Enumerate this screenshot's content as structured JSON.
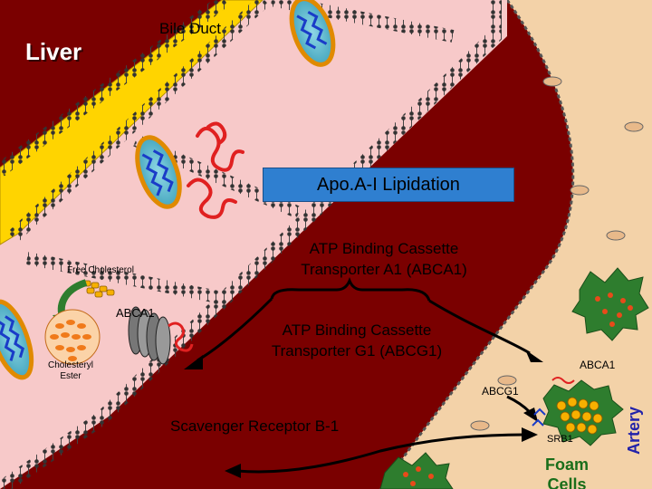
{
  "labels": {
    "liver": "Liver",
    "bile_duct": "Bile Duct",
    "apoa1_lipidation": "Apo.A-I Lipidation",
    "abca1_title_line1": "ATP Binding Cassette",
    "abca1_title_line2": "Transporter A1 (ABCA1)",
    "abcg1_title_line1": "ATP Binding Cassette",
    "abcg1_title_line2": "Transporter G1 (ABCG1)",
    "free_cholesterol": "Free Cholesterol",
    "abca1_small": "ABCA1",
    "cholesteryl_ester_line1": "Cholesteryl",
    "cholesteryl_ester_line2": "Ester",
    "abca1_right": "ABCA1",
    "abcg1_right": "ABCG1",
    "srb1_title": "Scavenger Receptor B-1",
    "srb1_small": "SRB1",
    "artery": "Artery",
    "foam_line1": "Foam",
    "foam_line2": "Cells"
  },
  "colors": {
    "liver_background": "#7a0000",
    "bile_duct": "#ffd400",
    "hepatocyte": "#f7c9c9",
    "artery_background": "#f3d2a8",
    "apo_box": "#2f7fd0",
    "foam_cell": "#2e7d2e",
    "lipid_droplet": "#f7b000",
    "apoa1_strand": "#e02020"
  }
}
